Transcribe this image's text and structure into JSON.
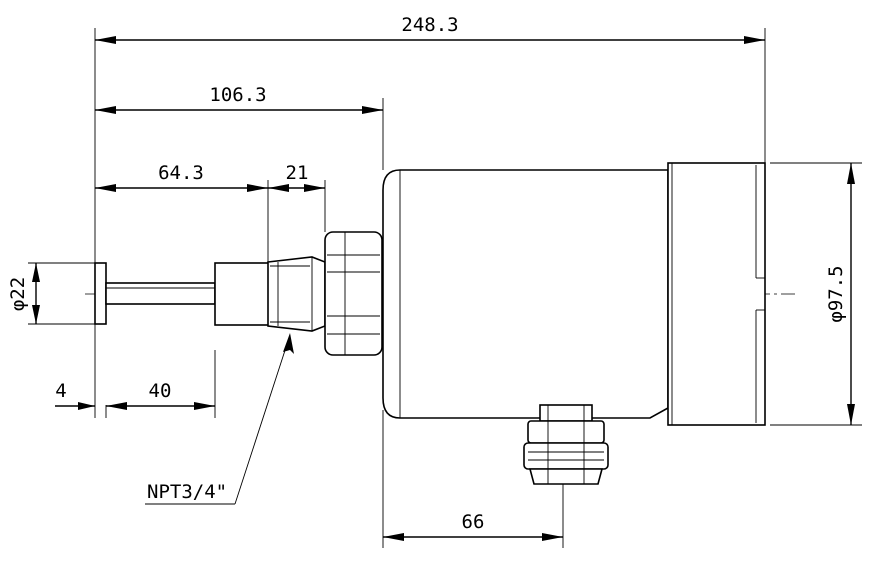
{
  "dimensions": {
    "overall_length": "248.3",
    "to_housing_face": "106.3",
    "to_thread": "64.3",
    "thread_length": "21",
    "flange_thickness": "4",
    "stem_length": "40",
    "tip_diameter": "φ22",
    "housing_diameter": "φ97.5",
    "gland_offset": "66"
  },
  "callouts": {
    "thread_spec": "NPT3/4\""
  }
}
